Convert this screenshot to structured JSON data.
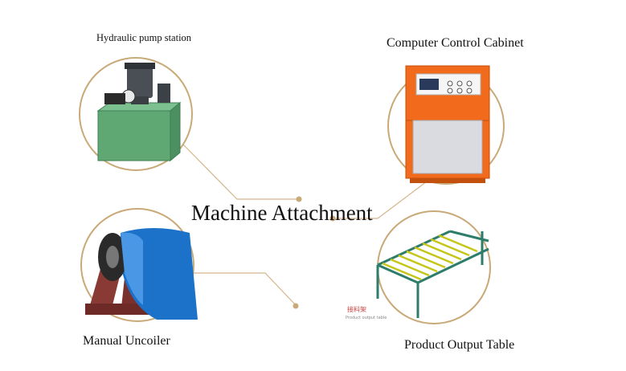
{
  "title": "Machine Attachment",
  "items": {
    "pump": {
      "label": "Hydraulic pump station"
    },
    "cabinet": {
      "label": "Computer Control Cabinet"
    },
    "uncoiler": {
      "label": "Manual Uncoiler"
    },
    "table": {
      "label": "Product Output Table",
      "caption_cn": "接料架",
      "caption_en": "Product output table"
    }
  },
  "colors": {
    "ring": "#c9a978",
    "connector": "#d4b58a",
    "pump_base": "#5fa873",
    "cabinet_orange": "#f26a1b",
    "cabinet_body": "#d9dbe0",
    "uncoiler_blue": "#1b72c8",
    "uncoiler_frame": "#8a3a35",
    "table_frame": "#2e7d6b",
    "table_rail": "#c6c61a"
  }
}
